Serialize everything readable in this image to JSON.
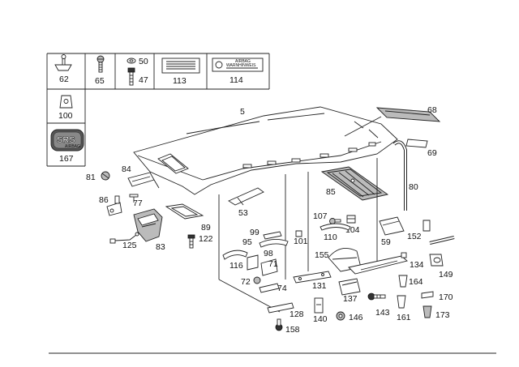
{
  "diagram": {
    "inset_labels": [
      "62",
      "65",
      "50",
      "47",
      "113",
      "114",
      "100",
      "167"
    ],
    "callouts": [
      "5",
      "68",
      "69",
      "80",
      "85",
      "84",
      "81",
      "86",
      "77",
      "83",
      "89",
      "122",
      "125",
      "53",
      "107",
      "104",
      "99",
      "101",
      "110",
      "59",
      "152",
      "95",
      "116",
      "98",
      "71",
      "72",
      "74",
      "155",
      "131",
      "134",
      "149",
      "164",
      "137",
      "170",
      "128",
      "140",
      "146",
      "143",
      "161",
      "173",
      "158"
    ],
    "airbag_label_line1": "AIRBAG",
    "airbag_label_line2": "WARNHINWEIS",
    "srs_badge_line1": "SRS",
    "srs_badge_line2": "AIRBAG"
  }
}
